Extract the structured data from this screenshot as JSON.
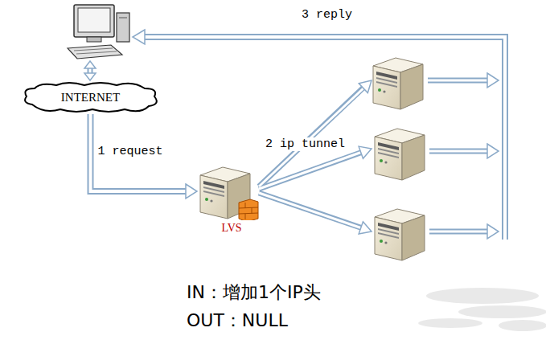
{
  "diagram": {
    "nodes": [
      {
        "text": [
          "INTERNET"
        ]
      },
      {
        "text": [
          "LVS"
        ]
      }
    ],
    "edges": [
      {
        "from": 0,
        "to": 1,
        "arrow": "to",
        "label": "1 request"
      }
    ],
    "labels": [
      "2 ip tunnel",
      "3 reply",
      "IN：增加1个IP头",
      "OUT：NULL"
    ]
  }
}
